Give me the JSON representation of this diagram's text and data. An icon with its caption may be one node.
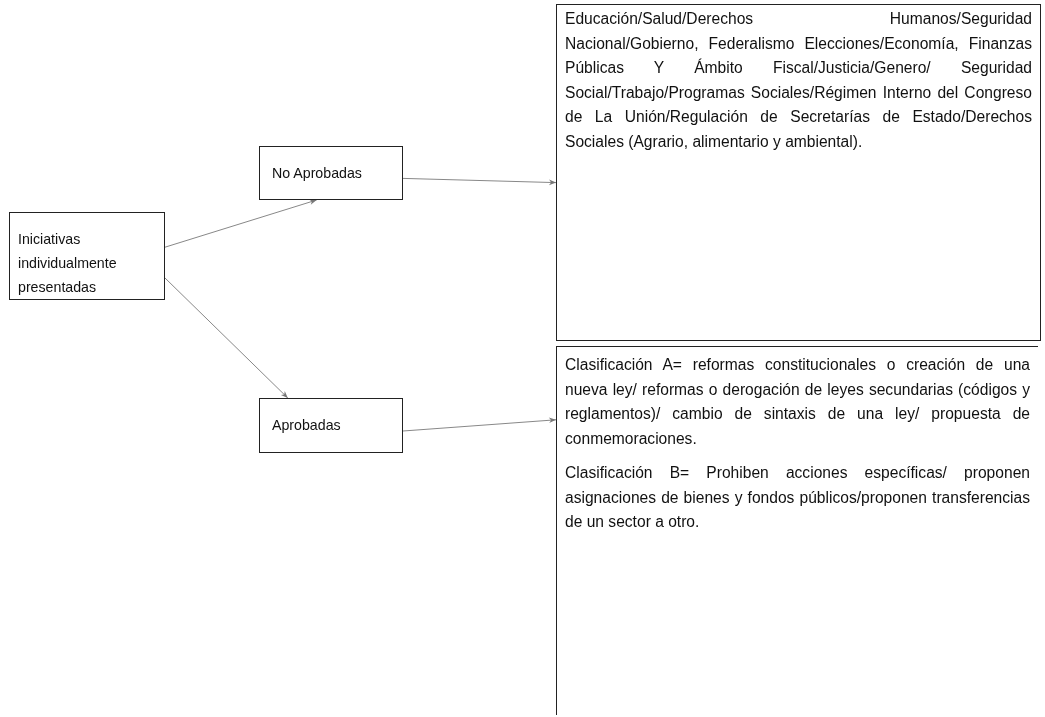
{
  "diagram": {
    "nodes": [
      {
        "text": [
          "Iniciativas individualmente presentadas"
        ]
      },
      {
        "text": [
          "No Aprobadas"
        ]
      },
      {
        "text": [
          "Educación/Salud/Derechos Humanos/Seguridad Nacional/Gobierno, Federalismo Elecciones/Economía, Finanzas Públicas Y Ámbito Fiscal/Justicia/Genero/ Seguridad Social/Trabajo/Programas Sociales/Régimen Interno del Congreso de La Unión/Regulación de Secretarías de Estado/Derechos Sociales (Agrario, alimentario y ambiental)."
        ]
      },
      {
        "text": [
          "Aprobadas"
        ]
      },
      {
        "text": [
          "Clasificación A= reformas constitucionales o creación de una nueva ley/ reformas o derogación de leyes secundarias (códigos y reglamentos)/ cambio de sintaxis de una ley/ propuesta de conmemoraciones.",
          "Clasificación B= Prohiben acciones específicas/ proponen asignaciones de bienes y fondos públicos/proponen transferencias de un sector a otro."
        ]
      }
    ],
    "edges": [
      {
        "from": 0,
        "to": 1,
        "arrow": "to"
      },
      {
        "from": 0,
        "to": 3,
        "arrow": "to"
      },
      {
        "from": 1,
        "to": 2,
        "arrow": "to"
      },
      {
        "from": 3,
        "to": 4,
        "arrow": "to"
      }
    ]
  }
}
